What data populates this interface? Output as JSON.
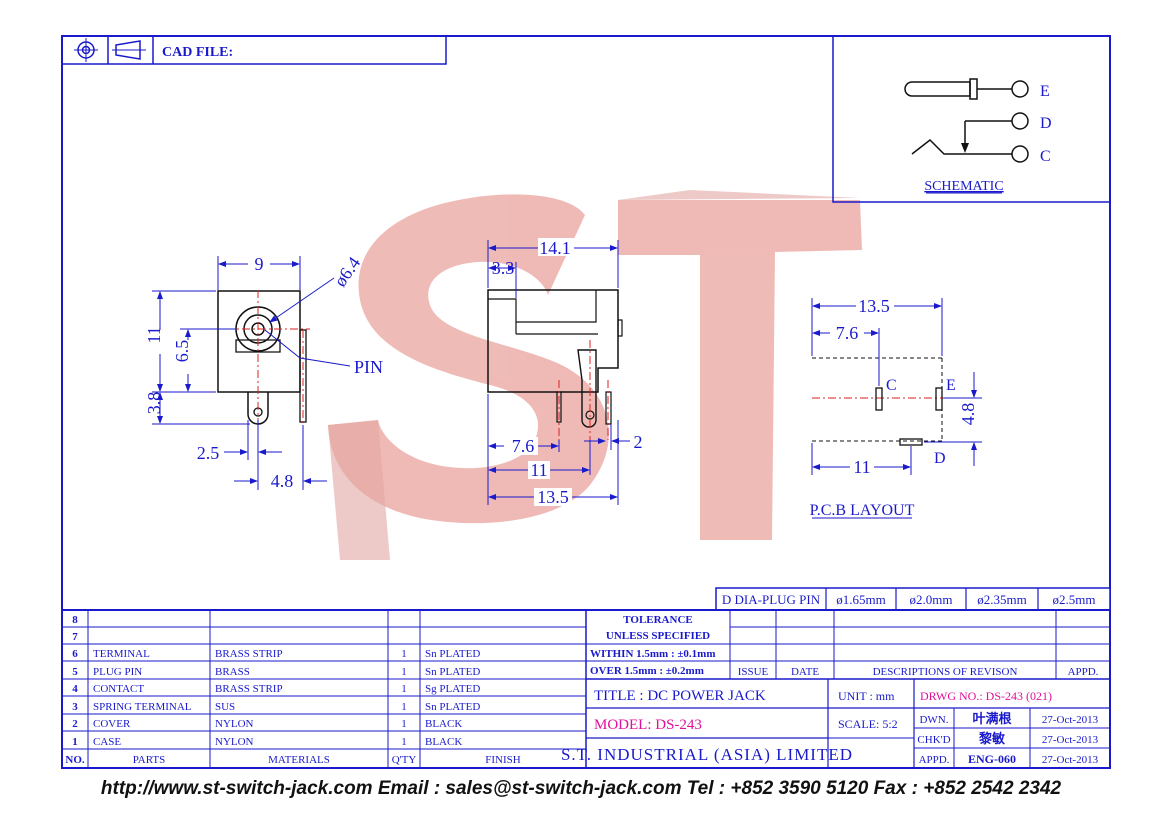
{
  "header": {
    "cad_file_label": "CAD FILE:"
  },
  "watermark": {
    "text": "ST",
    "color": "#e8a09a"
  },
  "colors": {
    "frame": "#1a1acc",
    "magenta": "#e0109a",
    "drawing": "#111111",
    "center": "#dd2222"
  },
  "schematic": {
    "title": "SCHEMATIC",
    "pins": [
      "E",
      "D",
      "C"
    ]
  },
  "front_view": {
    "dims": {
      "width": "9",
      "hole_dia": "ø6.4",
      "height": "11",
      "center_height": "6.5",
      "pin_height": "3.8",
      "pin_offset": "2.5",
      "pin_span": "4.8"
    },
    "pin_label": "PIN"
  },
  "side_view": {
    "dims": {
      "length": "14.1",
      "front": "3.3",
      "d1": "7.6",
      "d2": "11",
      "d3": "13.5",
      "pin_w": "2"
    }
  },
  "pcb_layout": {
    "title": "P.C.B LAYOUT",
    "dims": {
      "d3": "13.5",
      "d1": "7.6",
      "d2": "11",
      "height": "4.8"
    },
    "labels": {
      "c": "C",
      "e": "E",
      "d": "D"
    }
  },
  "plug_pin_table": {
    "label": "D DIA-PLUG PIN",
    "values": [
      "ø1.65mm",
      "ø2.0mm",
      "ø2.35mm",
      "ø2.5mm"
    ]
  },
  "parts": {
    "headers": {
      "no": "NO.",
      "parts": "PARTS",
      "materials": "MATERIALS",
      "qty": "Q'TY",
      "finish": "FINISH"
    },
    "rows": [
      {
        "no": "8",
        "part": "",
        "material": "",
        "qty": "",
        "finish": ""
      },
      {
        "no": "7",
        "part": "",
        "material": "",
        "qty": "",
        "finish": ""
      },
      {
        "no": "6",
        "part": "TERMINAL",
        "material": "BRASS STRIP",
        "qty": "1",
        "finish": "Sn PLATED"
      },
      {
        "no": "5",
        "part": "PLUG PIN",
        "material": "BRASS",
        "qty": "1",
        "finish": "Sn PLATED"
      },
      {
        "no": "4",
        "part": "CONTACT",
        "material": "BRASS STRIP",
        "qty": "1",
        "finish": "Sg PLATED"
      },
      {
        "no": "3",
        "part": "SPRING TERMINAL",
        "material": "SUS",
        "qty": "1",
        "finish": "Sn PLATED"
      },
      {
        "no": "2",
        "part": "COVER",
        "material": "NYLON",
        "qty": "1",
        "finish": "BLACK"
      },
      {
        "no": "1",
        "part": "CASE",
        "material": "NYLON",
        "qty": "1",
        "finish": "BLACK"
      }
    ]
  },
  "tolerance": {
    "title1": "TOLERANCE",
    "title2": "UNLESS  SPECIFIED",
    "within": "WITHIN  1.5mm : ±0.1mm",
    "over": "OVER    1.5mm : ±0.2mm"
  },
  "revision": {
    "issue": "ISSUE",
    "date": "DATE",
    "descriptions": "DESCRIPTIONS OF REVISON",
    "appd": "APPD."
  },
  "title_block": {
    "title": "TITLE : DC POWER JACK",
    "model": "MODEL: DS-243",
    "company": "S.T. INDUSTRIAL (ASIA) LIMITED",
    "unit": "UNIT :  mm",
    "scale": "SCALE:  5:2",
    "drwg_no": "DRWG NO.: DS-243 (021)",
    "dwn_label": "DWN.",
    "dwn_name": "叶满根",
    "dwn_date": "27-Oct-2013",
    "chkd_label": "CHK'D",
    "chkd_name": "黎敏",
    "chkd_date": "27-Oct-2013",
    "appd_label": "APPD.",
    "appd_name": "ENG-060",
    "appd_date": "27-Oct-2013"
  },
  "footer": "http://www.st-switch-jack.com  Email : sales@st-switch-jack.com  Tel : +852 3590 5120  Fax : +852 2542 2342"
}
